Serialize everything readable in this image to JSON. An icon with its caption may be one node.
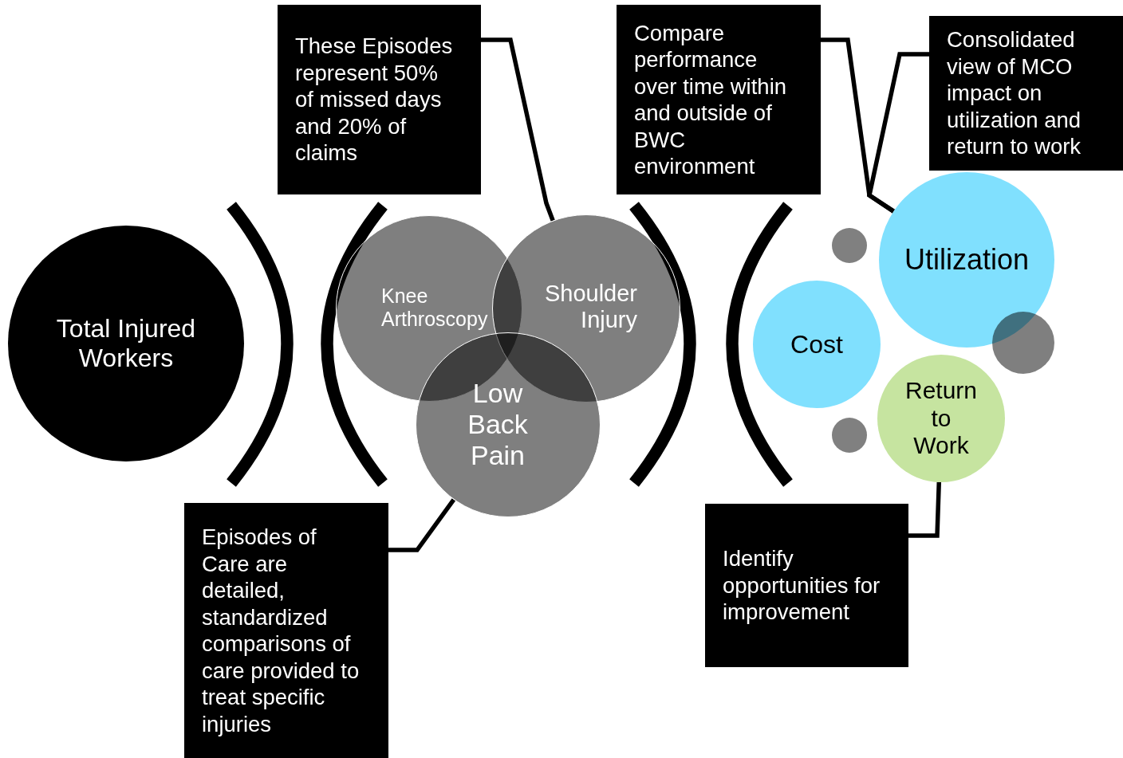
{
  "diagram": {
    "nodes": [
      {
        "text": [
          "Total Injured Workers"
        ]
      },
      {
        "text": [
          "These Episodes represent 50% of missed days and 20% of claims"
        ]
      },
      {
        "text": [
          "Knee Arthroscopy"
        ]
      },
      {
        "text": [
          "Shoulder Injury"
        ]
      },
      {
        "text": [
          "Low Back Pain"
        ]
      },
      {
        "text": [
          "Episodes of Care are detailed, standardized comparisons of care provided to treat specific injuries"
        ]
      },
      {
        "text": [
          "Compare performance over time within and outside of BWC environment"
        ]
      },
      {
        "text": [
          "Consolidated view of MCO impact on utilization and return to work"
        ]
      },
      {
        "text": [
          "Utilization"
        ]
      },
      {
        "text": [
          "Cost"
        ]
      },
      {
        "text": [
          "Return to Work"
        ]
      },
      {
        "text": [],
        "shape": "circle"
      },
      {
        "text": [],
        "shape": "circle"
      },
      {
        "text": [],
        "shape": "circle"
      },
      {
        "text": [
          "Identify opportunities for improvement"
        ]
      }
    ],
    "edges": [
      {
        "from": 1,
        "to": 3,
        "arrow": "none"
      },
      {
        "from": 5,
        "to": 4,
        "arrow": "none"
      },
      {
        "from": 6,
        "to": 8,
        "arrow": "none"
      },
      {
        "from": 7,
        "to": 8,
        "arrow": "none"
      },
      {
        "from": 14,
        "to": 10,
        "arrow": "none"
      }
    ]
  }
}
